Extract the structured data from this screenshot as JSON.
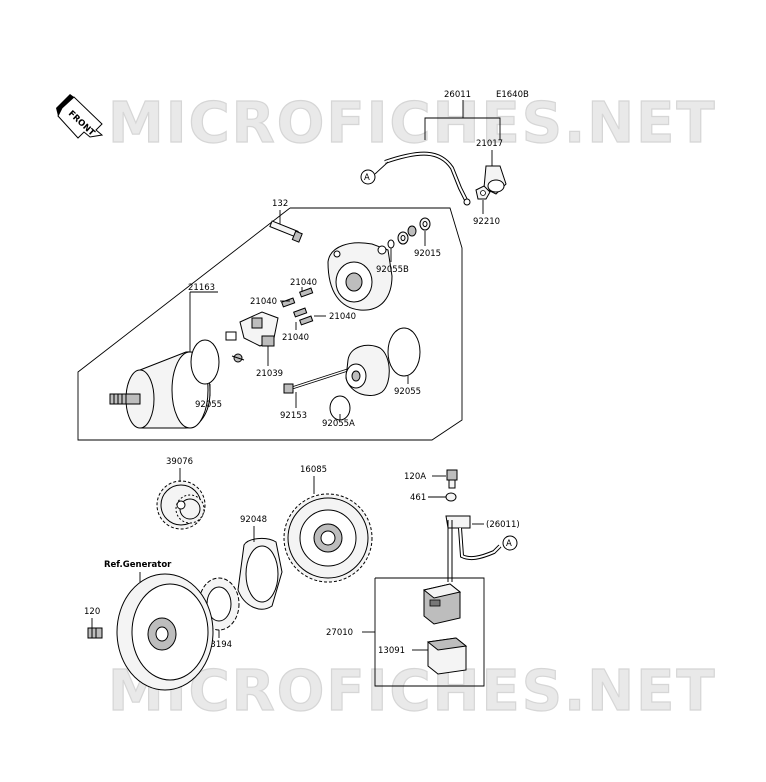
{
  "watermark": {
    "text": "MICROFICHES.NET"
  },
  "front_badge": {
    "label": "FRONT"
  },
  "diagram_code": "E1640B",
  "callout_ref": "A",
  "labels": {
    "p26011": "26011",
    "p21017": "21017",
    "p92210": "92210",
    "p132": "132",
    "p92015": "92015",
    "p92055B": "92055B",
    "p21163": "21163",
    "p21040a": "21040",
    "p21040b": "21040",
    "p21040c": "21040",
    "p21040d": "21040",
    "p21039": "21039",
    "p92055": "92055",
    "p92055r": "92055",
    "p92153": "92153",
    "p92055A": "92055A",
    "p39076": "39076",
    "p16085": "16085",
    "p92048": "92048",
    "ref_generator": "Ref.Generator",
    "p120": "120",
    "p13194": "13194",
    "p120A": "120A",
    "p461": "461",
    "p26011b": "(26011)",
    "p27010": "27010",
    "p13091": "13091"
  }
}
